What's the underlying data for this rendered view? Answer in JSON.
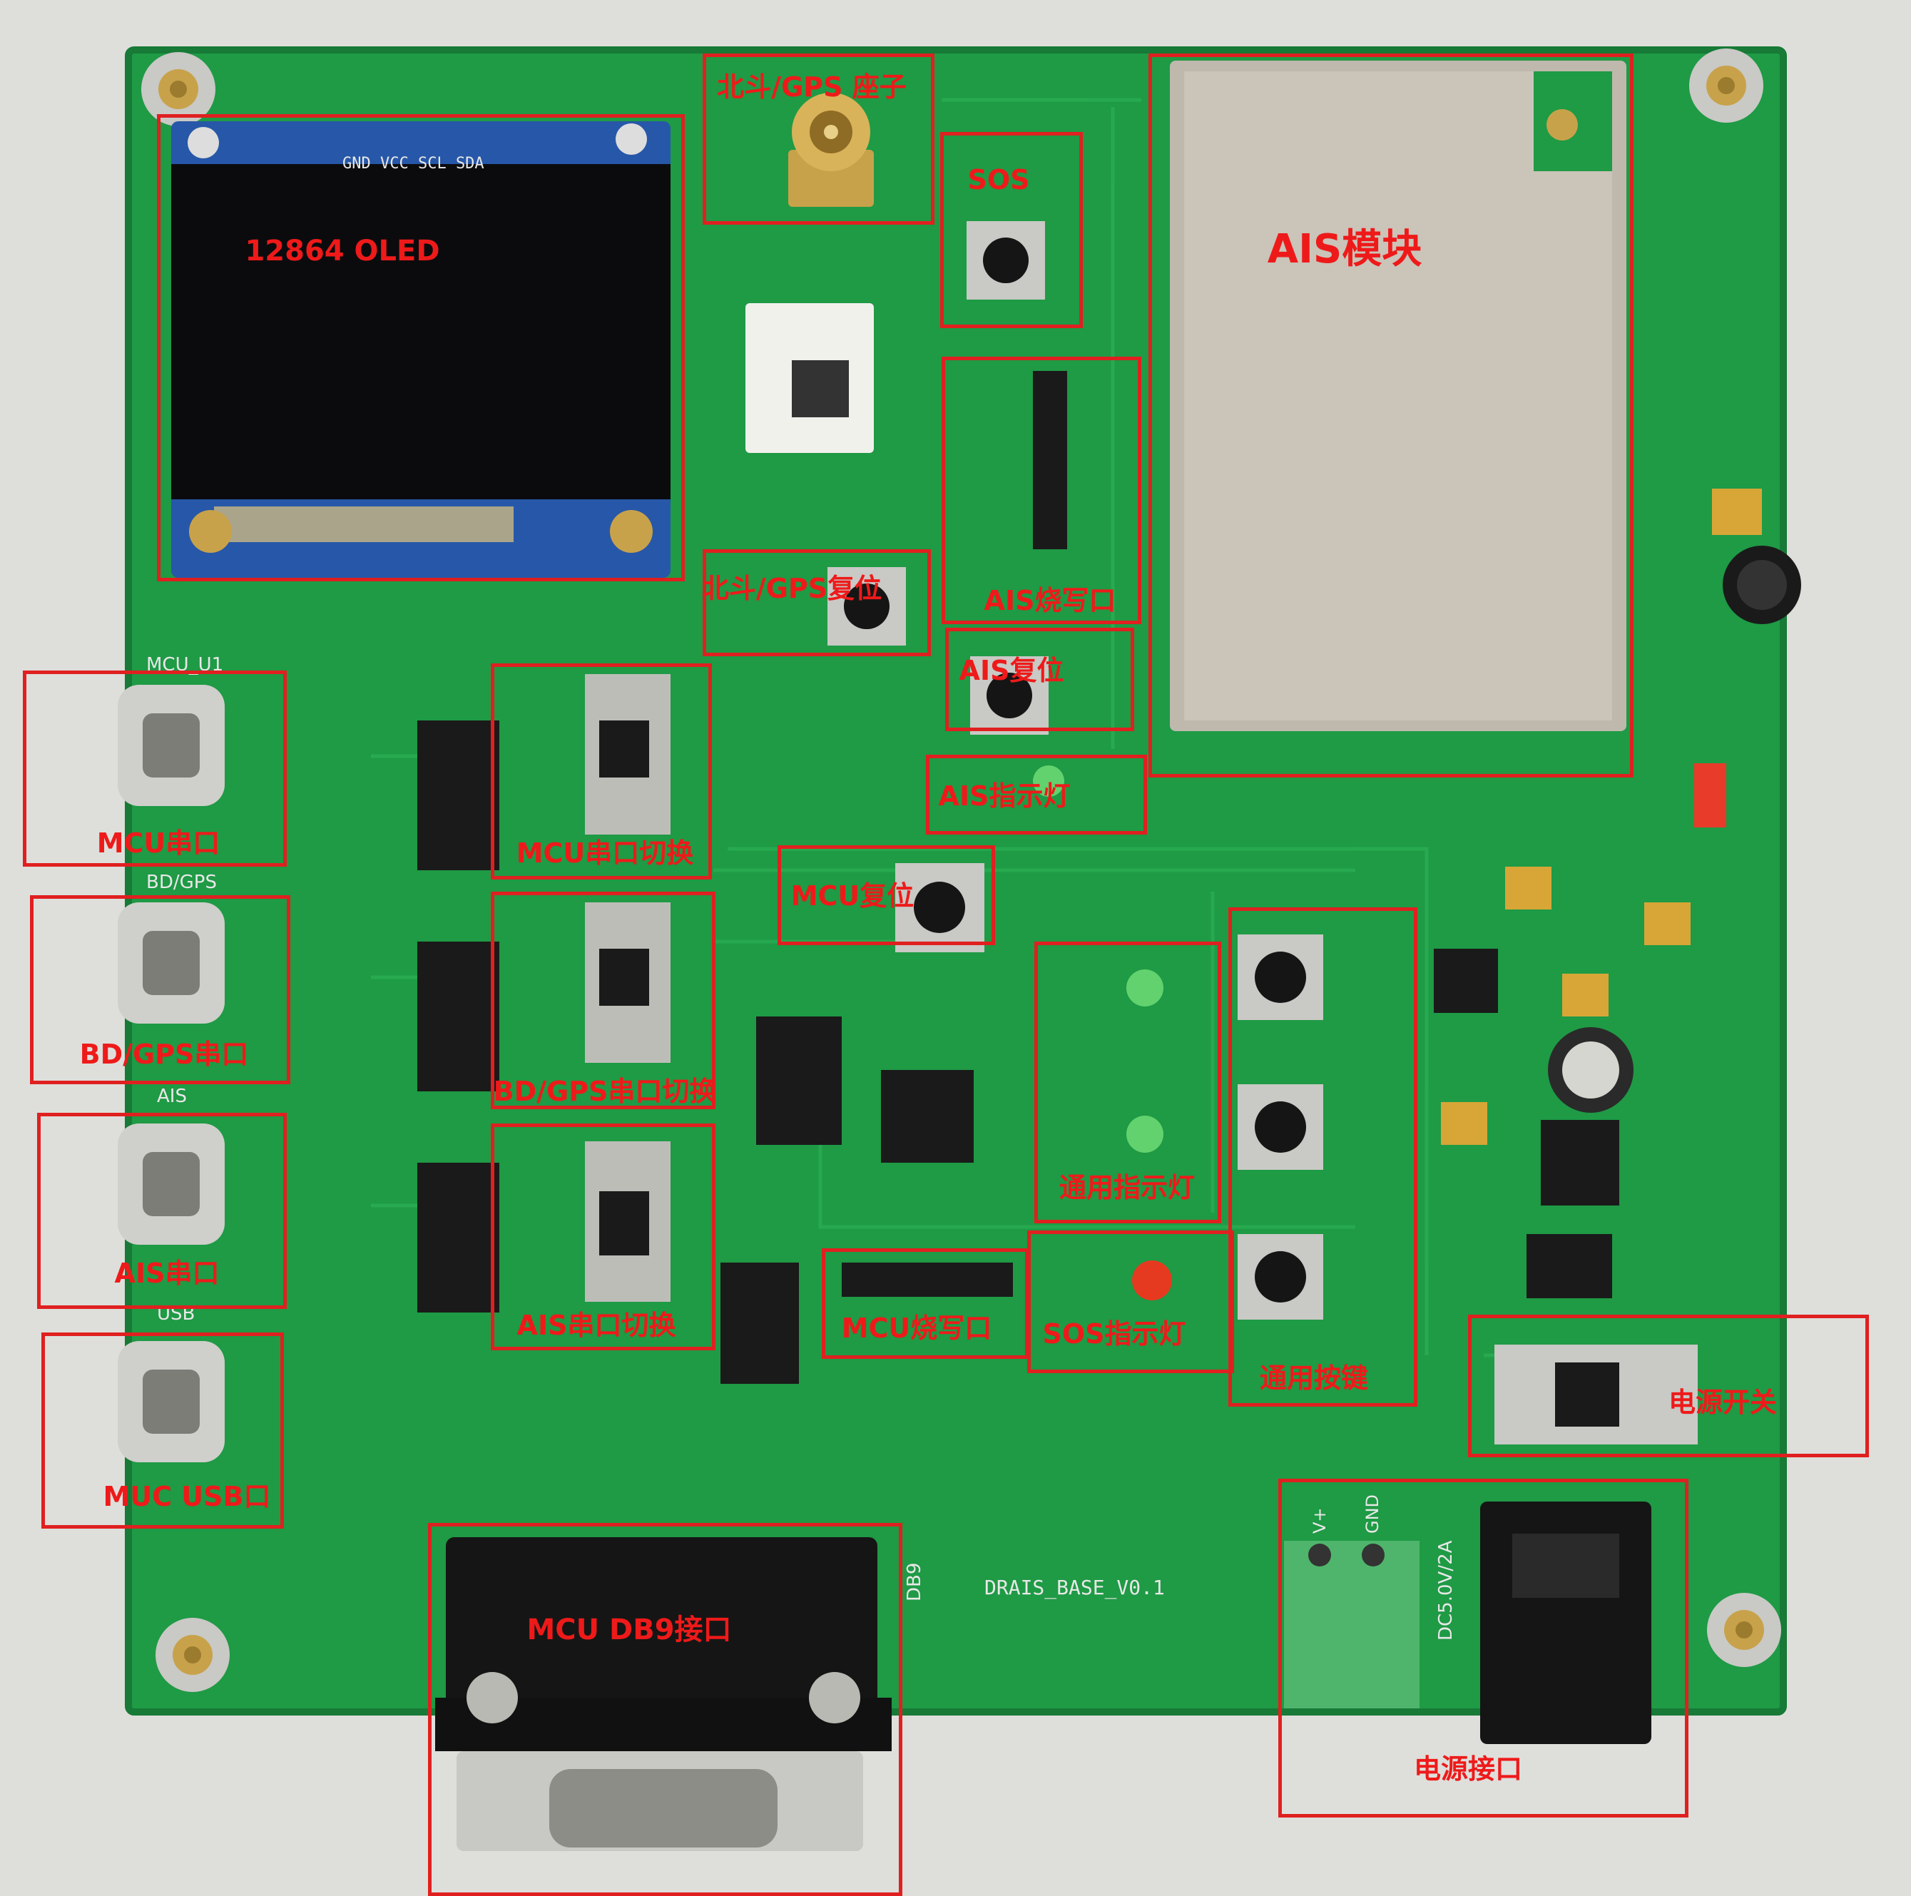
{
  "colors": {
    "pcb": "#1f9a45",
    "pcb_dark": "#177a36",
    "annotation": "#e02020",
    "backdrop": "#dcdcd8"
  },
  "board": {
    "version_text": "DRAIS_BASE_V0.1",
    "silk": {
      "oled_pins": "GND VCC SCL SDA",
      "mcu_u1": "MCU_U1",
      "bd_gps": "BD/GPS",
      "ais": "AIS",
      "usb": "USB",
      "db9": "DB9",
      "power_rating": "DC5.0V/2A",
      "terminal_vplus": "V+",
      "terminal_gnd": "GND"
    }
  },
  "annotations": [
    {
      "id": "oled",
      "text": "12864  OLED"
    },
    {
      "id": "bd-gps-socket",
      "text": "北斗/GPS 座子"
    },
    {
      "id": "sos",
      "text": "SOS"
    },
    {
      "id": "ais-module",
      "text": "AIS模块"
    },
    {
      "id": "bd-gps-reset",
      "text": "北斗/GPS复位"
    },
    {
      "id": "ais-burn",
      "text": "AIS烧写口"
    },
    {
      "id": "ais-reset",
      "text": "AIS复位"
    },
    {
      "id": "ais-led",
      "text": "AIS指示灯"
    },
    {
      "id": "mcu-serial",
      "text": "MCU串口"
    },
    {
      "id": "mcu-serial-switch",
      "text": "MCU串口切换"
    },
    {
      "id": "bd-gps-serial",
      "text": "BD/GPS串口"
    },
    {
      "id": "bd-gps-serial-switch",
      "text": "BD/GPS串口切换"
    },
    {
      "id": "mcu-reset",
      "text": "MCU复位"
    },
    {
      "id": "general-led",
      "text": "通用指示灯"
    },
    {
      "id": "ais-serial",
      "text": "AIS串口"
    },
    {
      "id": "ais-serial-switch",
      "text": "AIS串口切换"
    },
    {
      "id": "mcu-burn",
      "text": "MCU烧写口"
    },
    {
      "id": "sos-led",
      "text": "SOS指示灯"
    },
    {
      "id": "general-keys",
      "text": "通用按键"
    },
    {
      "id": "muc-usb",
      "text": "MUC USB口"
    },
    {
      "id": "power-switch",
      "text": "电源开关"
    },
    {
      "id": "mcu-db9",
      "text": "MCU DB9接口"
    },
    {
      "id": "power-port",
      "text": "电源接口"
    }
  ]
}
